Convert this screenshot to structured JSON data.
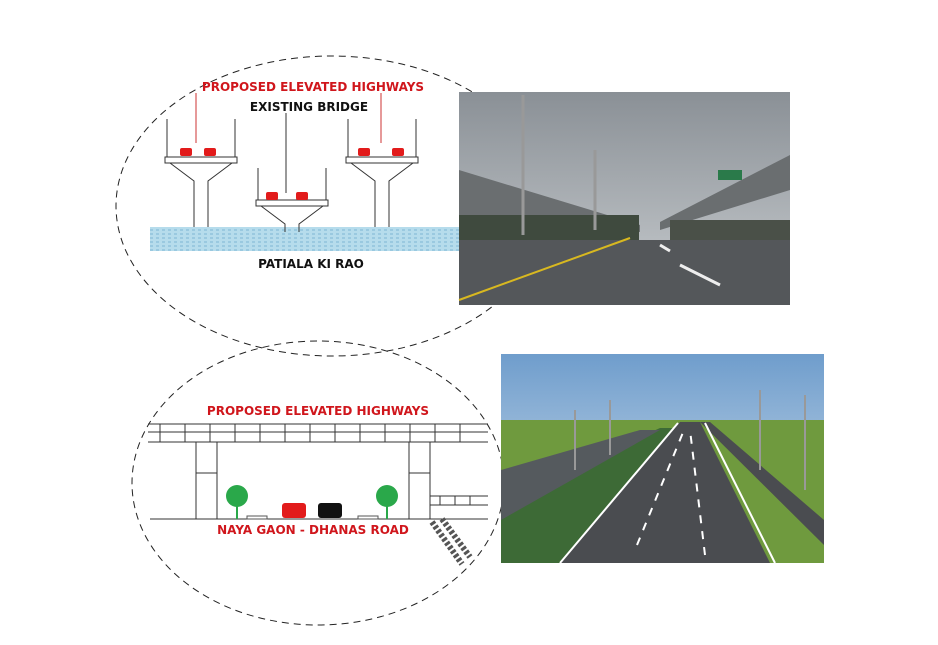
{
  "top_diagram": {
    "proposed_label": "PROPOSED ELEVATED HIGHWAYS",
    "existing_label": "EXISTING BRIDGE",
    "river_label": "PATIALA KI RAO"
  },
  "bottom_diagram": {
    "proposed_label": "PROPOSED ELEVATED HIGHWAYS",
    "road_label": "NAYA GAON - DHANAS ROAD"
  },
  "colors": {
    "label_red": "#d0161c",
    "water": "#a9d4e8",
    "tree": "#2aa84a"
  }
}
